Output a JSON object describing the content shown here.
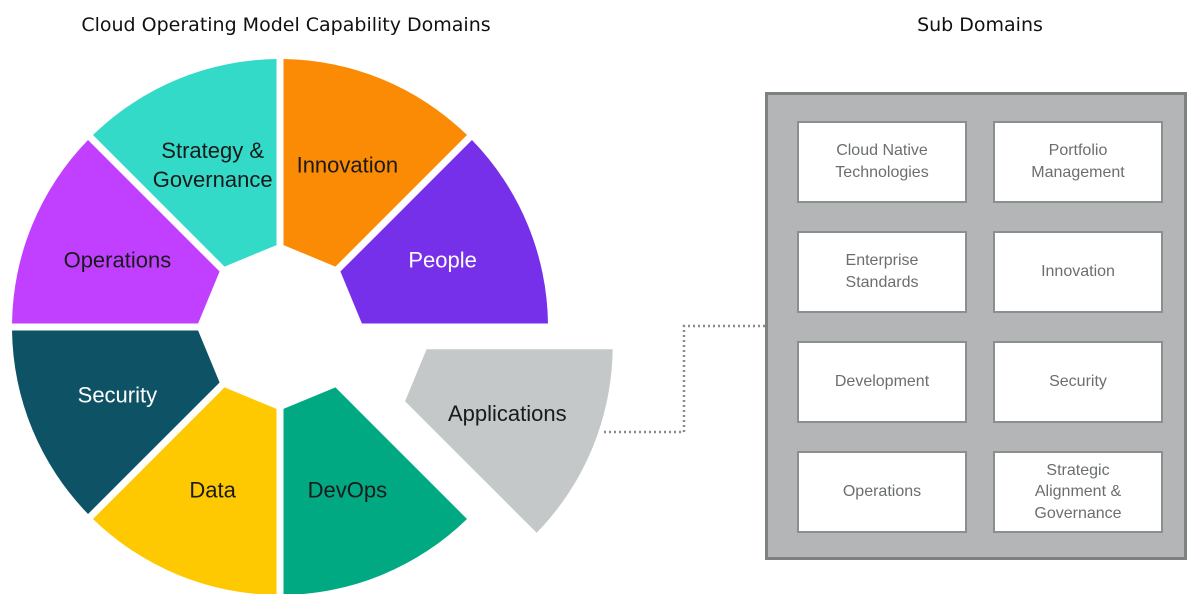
{
  "titles": {
    "left": "Cloud Operating Model Capability Domains",
    "right": "Sub Domains"
  },
  "domains": [
    {
      "label": "Innovation",
      "color": "#fb8b04",
      "text_color": "#1a1a1a"
    },
    {
      "label": "People",
      "color": "#7630ea",
      "text_color": "#ffffff"
    },
    {
      "label": "Applications",
      "color": "#c4c8c8",
      "text_color": "#1a1a1a",
      "highlighted": true
    },
    {
      "label": "DevOps",
      "color": "#01a982",
      "text_color": "#1a1a1a"
    },
    {
      "label": "Data",
      "color": "#fec901",
      "text_color": "#1a1a1a"
    },
    {
      "label": "Security",
      "color": "#0d5265",
      "text_color": "#ffffff"
    },
    {
      "label": "Operations",
      "color": "#c140ff",
      "text_color": "#1a1a1a"
    },
    {
      "label": "Strategy &\nGovernance",
      "color": "#33dac8",
      "text_color": "#1a1a1a"
    }
  ],
  "sub_domains": [
    "Cloud Native\nTechnologies",
    "Portfolio\nManagement",
    "Enterprise\nStandards",
    "Innovation",
    "Development",
    "Security",
    "Operations",
    "Strategic\nAlignment &\nGovernance"
  ]
}
